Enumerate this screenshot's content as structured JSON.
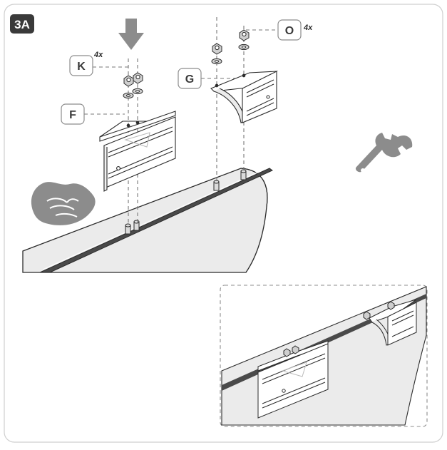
{
  "step": {
    "label": "3A"
  },
  "callouts": [
    {
      "id": "K",
      "label": "K",
      "qty": "4x"
    },
    {
      "id": "F",
      "label": "F",
      "qty": ""
    },
    {
      "id": "G",
      "label": "G",
      "qty": ""
    },
    {
      "id": "O",
      "label": "O",
      "qty": "4x"
    }
  ],
  "icons": {
    "arrow": "down-arrow-icon",
    "hand": "hand-icon",
    "tool": "wrench-icon"
  },
  "colors": {
    "outline": "#2b2b2b",
    "surface": "#ebebeb",
    "icon_gray": "#8c8c8c",
    "step_badge": "#3a3a3a",
    "dash": "#777777"
  }
}
